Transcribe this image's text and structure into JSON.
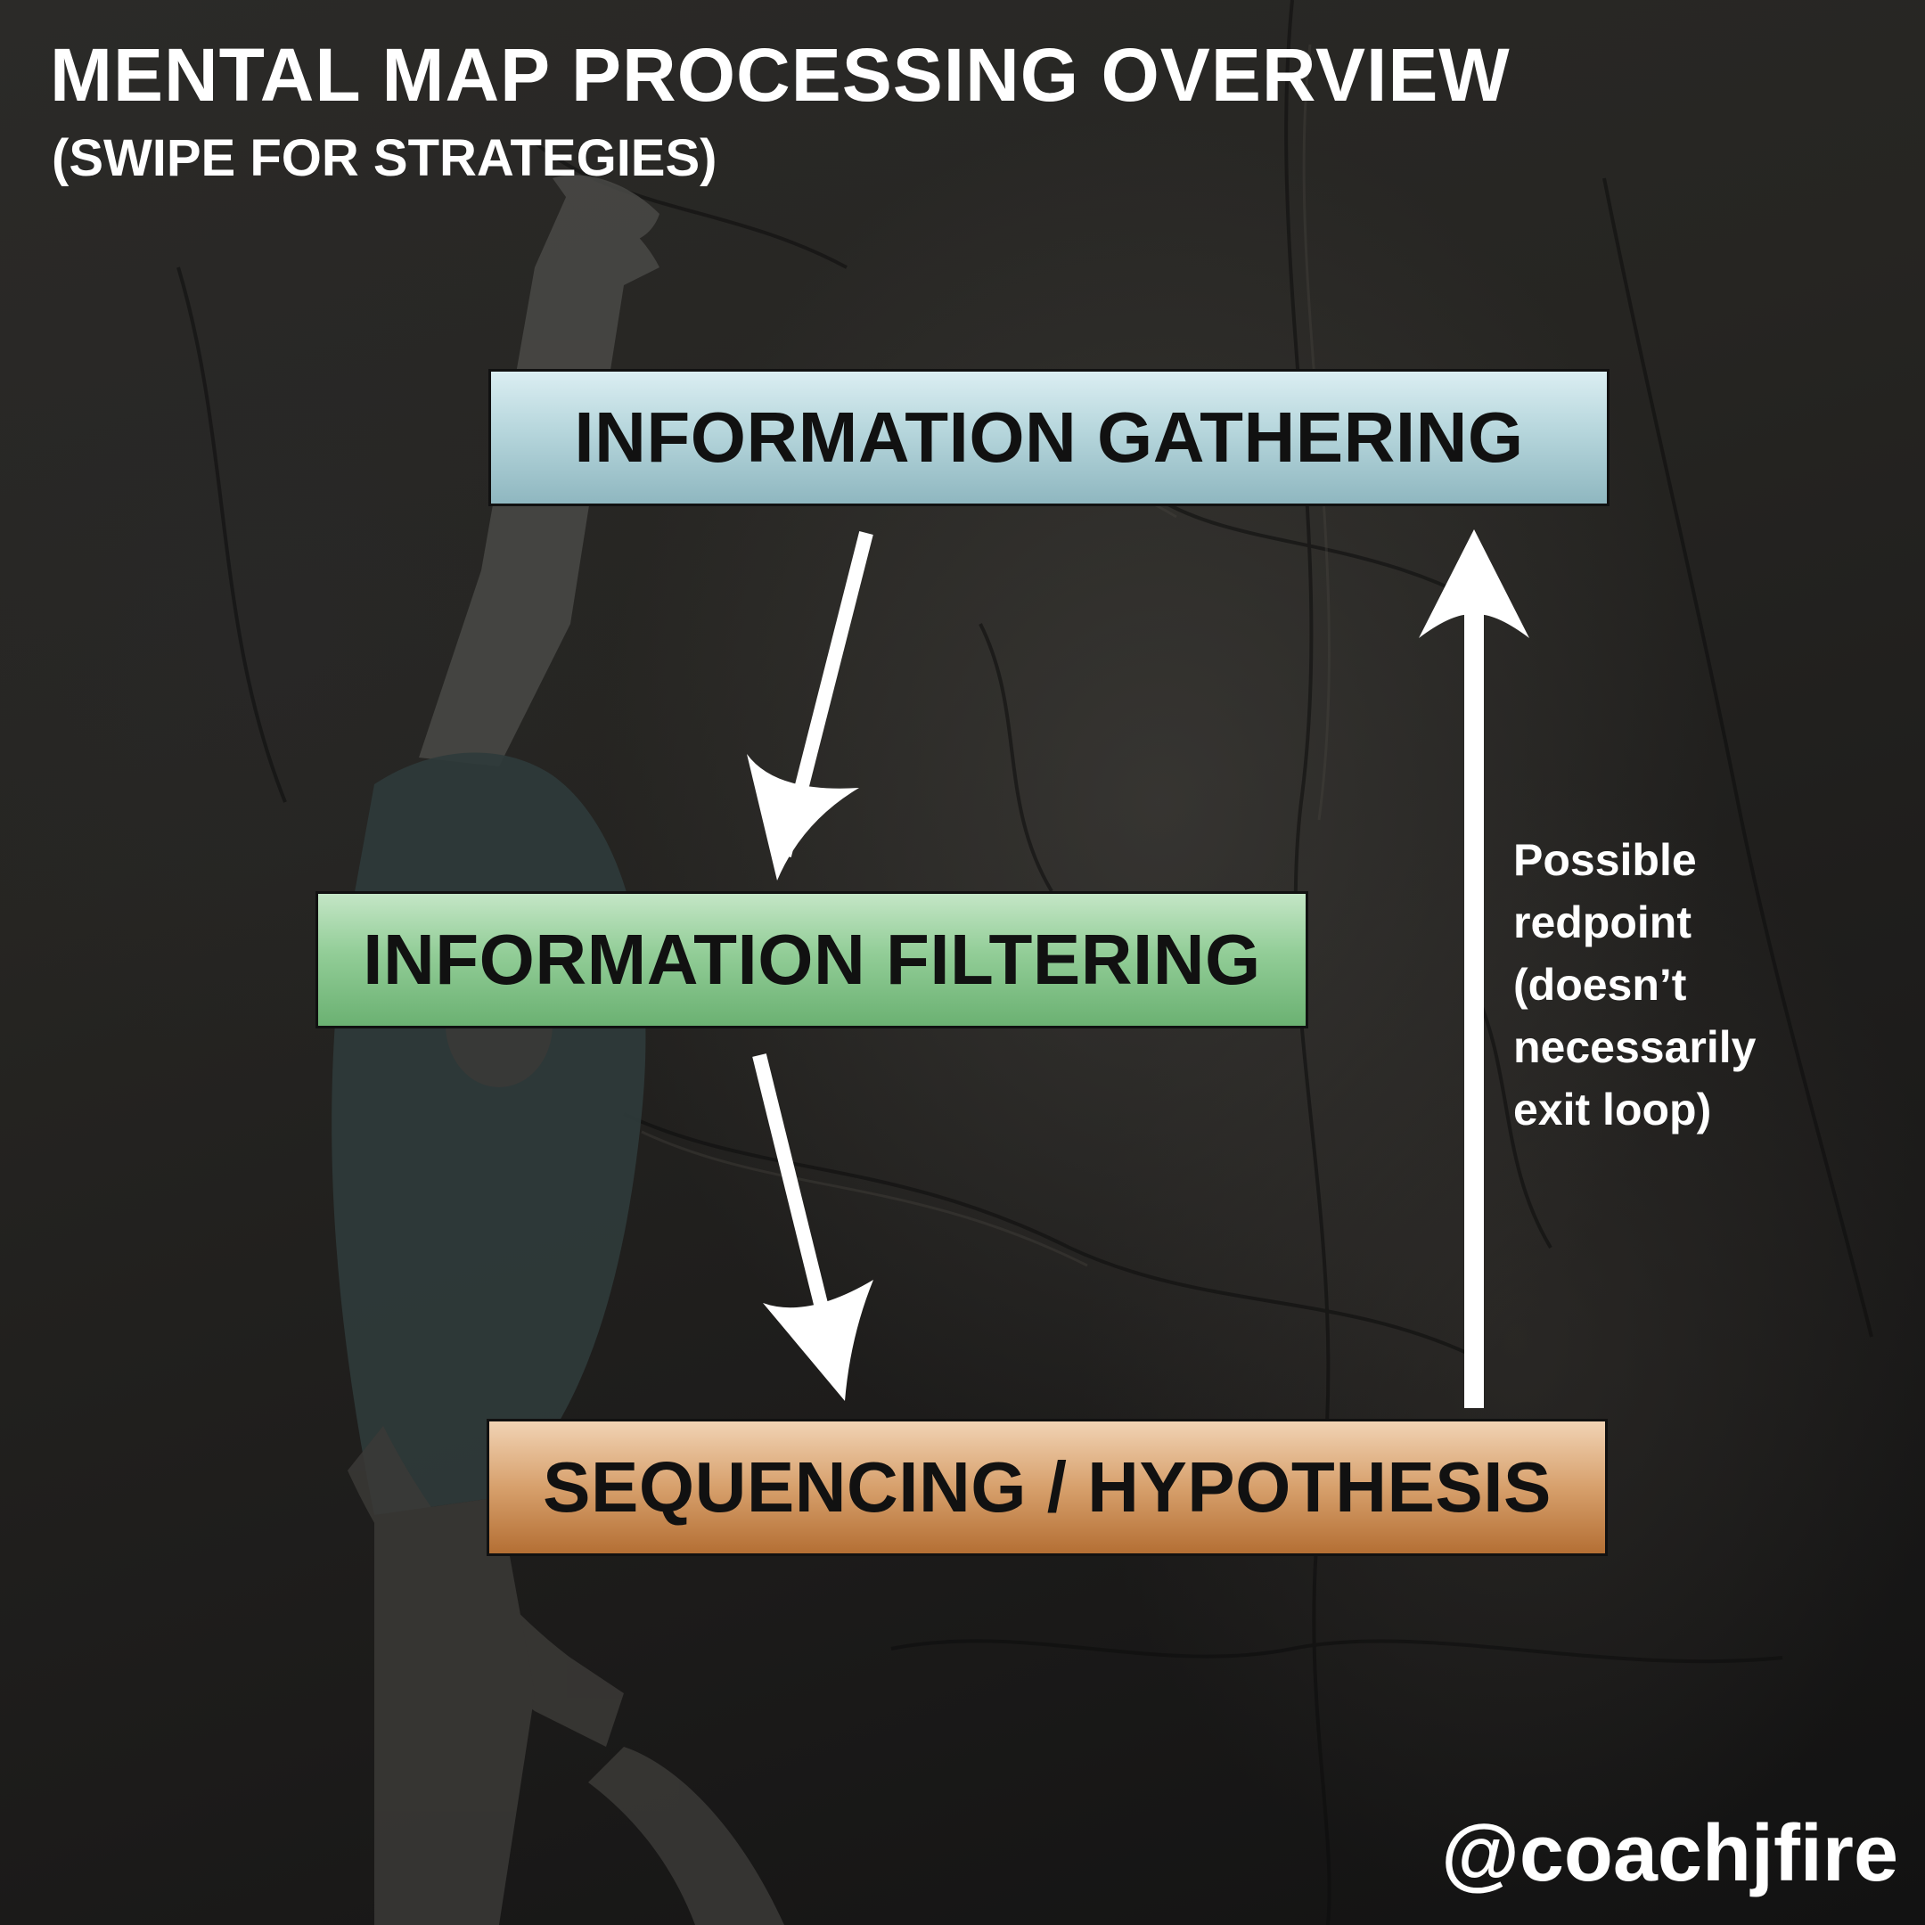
{
  "title": "MENTAL MAP PROCESSING OVERVIEW",
  "subtitle": "(SWIPE FOR STRATEGIES)",
  "nodes": {
    "gathering": "INFORMATION GATHERING",
    "filtering": "INFORMATION FILTERING",
    "sequencing": "SEQUENCING / HYPOTHESIS"
  },
  "loop_note": [
    "Possible",
    "redpoint",
    "(doesn’t",
    "necessarily",
    "exit loop)"
  ],
  "handle": "@coachjfire",
  "colors": {
    "gathering": "#b6d6dc",
    "filtering": "#92cd97",
    "sequencing": "#d7a06c",
    "text_light": "#ffffff",
    "text_dark": "#111111"
  }
}
